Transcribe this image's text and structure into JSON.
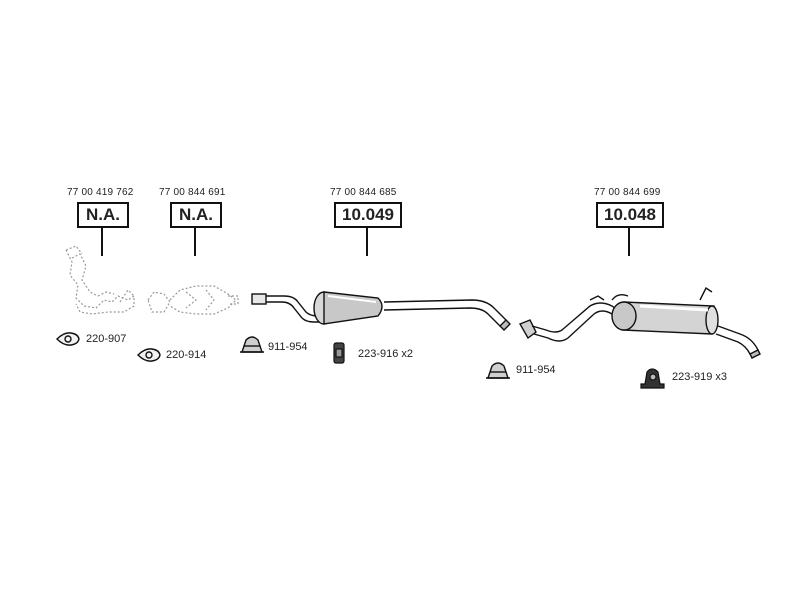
{
  "assemblies": [
    {
      "oem": "77 00 419 762",
      "code": "N.A."
    },
    {
      "oem": "77 00 844 691",
      "code": "N.A."
    },
    {
      "oem": "77 00 844 685",
      "code": "10.049"
    },
    {
      "oem": "77 00 844 699",
      "code": "10.048"
    }
  ],
  "parts": [
    {
      "label": "220-907",
      "icon": "gasket-icon"
    },
    {
      "label": "220-914",
      "icon": "gasket-icon"
    },
    {
      "label": "911-954",
      "icon": "clamp-icon"
    },
    {
      "label": "223-916 x2",
      "icon": "rubber-mount-icon"
    },
    {
      "label": "911-954",
      "icon": "clamp-icon"
    },
    {
      "label": "223-919 x3",
      "icon": "rubber-ring-icon"
    }
  ]
}
